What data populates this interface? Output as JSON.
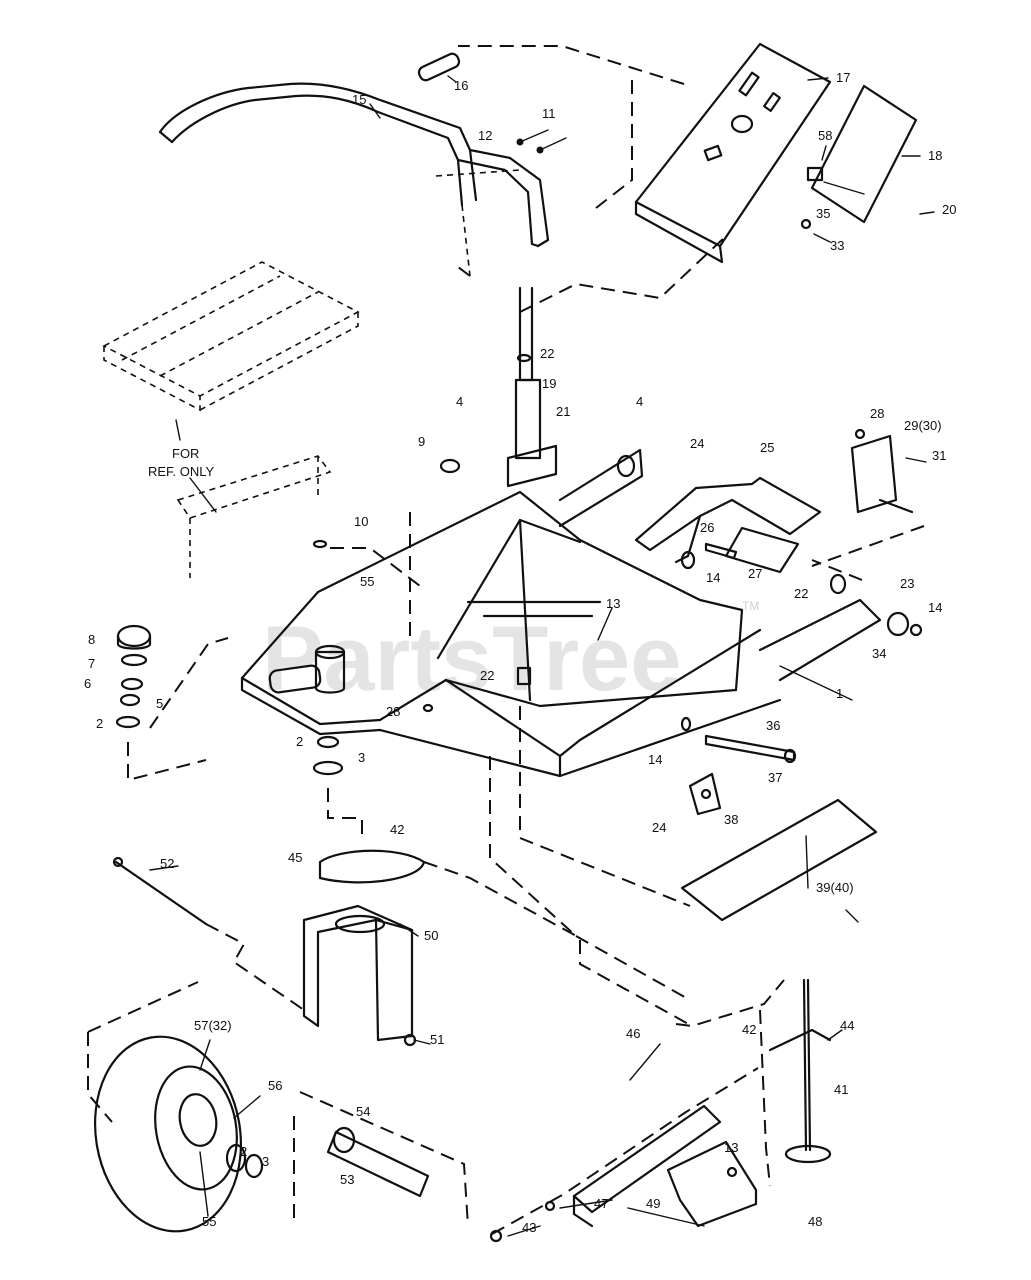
{
  "watermark": {
    "text": "PartsTree",
    "trademark": "TM"
  },
  "note": {
    "line1": "FOR",
    "line2": "REF. ONLY"
  },
  "callouts": {
    "c1": "1",
    "c2a": "2",
    "c2b": "2",
    "c2c": "2",
    "c3a": "3",
    "c3b": "3",
    "c4a": "4",
    "c4b": "4",
    "c5": "5",
    "c6": "6",
    "c7": "7",
    "c8": "8",
    "c9": "9",
    "c10": "10",
    "c11": "11",
    "c12": "12",
    "c13a": "13",
    "c13b": "13",
    "c14a": "14",
    "c14b": "14",
    "c14c": "14",
    "c15": "15",
    "c16": "16",
    "c17": "17",
    "c18": "18",
    "c19": "19",
    "c20": "20",
    "c21": "21",
    "c22a": "22",
    "c22b": "22",
    "c22c": "22",
    "c23": "23",
    "c24a": "24",
    "c24b": "24",
    "c25": "25",
    "c26": "26",
    "c27": "27",
    "c28a": "28",
    "c28b": "28",
    "c29": "29(30)",
    "c31": "31",
    "c33": "33",
    "c34": "34",
    "c35": "35",
    "c36": "36",
    "c37": "37",
    "c38": "38",
    "c39": "39(40)",
    "c41": "41",
    "c42a": "42",
    "c42b": "42",
    "c43": "43",
    "c44": "44",
    "c45": "45",
    "c46": "46",
    "c47": "47",
    "c48": "48",
    "c49": "49",
    "c50": "50",
    "c51": "51",
    "c52": "52",
    "c53": "53",
    "c54": "54",
    "c55a": "55",
    "c55b": "55",
    "c56": "56",
    "c57": "57(32)",
    "c58": "58"
  }
}
